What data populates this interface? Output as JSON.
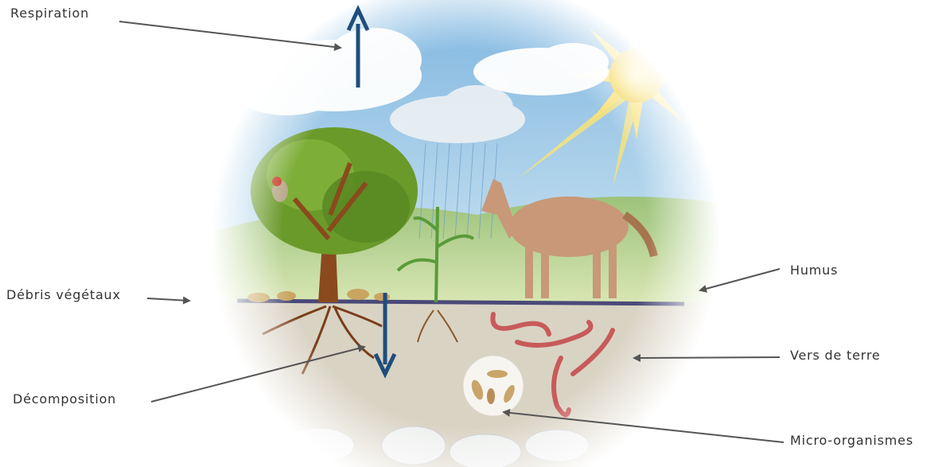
{
  "labels": {
    "respiration": "Respiration",
    "debris": "Débris végétaux",
    "decomposition": "Décomposition",
    "humus": "Humus",
    "vers": "Vers de terre",
    "micro": "Micro-organismes"
  },
  "colors": {
    "pointer": "#555555",
    "flow_arrow": "#1f4e7d",
    "sky": "#9ccbe8",
    "soil": "#d9d3c4",
    "ground_line": "#4a4a78",
    "foliage": "#6a9a2a",
    "trunk": "#8a4a1e",
    "horse": "#c89878",
    "worm": "#c85a5a",
    "sun": "#f6dc6a"
  }
}
